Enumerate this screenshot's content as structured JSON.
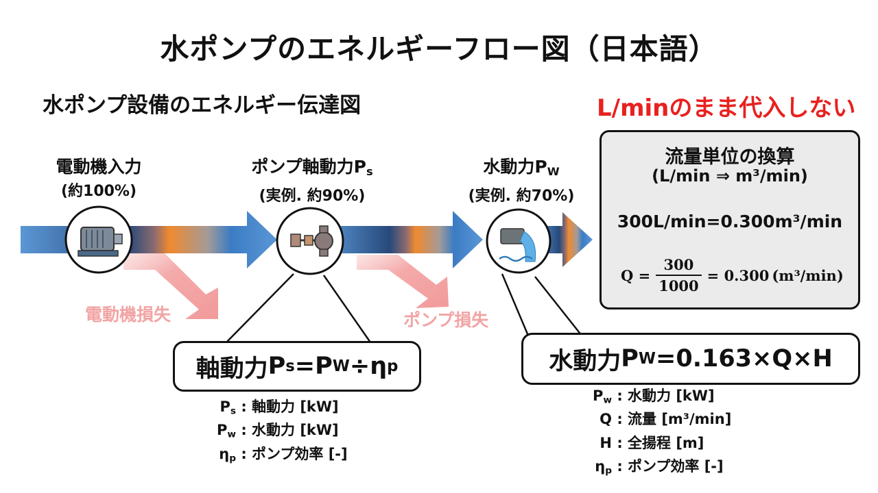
{
  "title": "水ポンプのエネルギーフロー図（日本語）",
  "subtitle": "水ポンプ設備のエネルギー伝達図",
  "warning": "L/minのまま代入しない",
  "stages": {
    "motor": {
      "label": "電動機入力",
      "pct": "(約100%)"
    },
    "shaft": {
      "label": "ポンプ軸動力",
      "symbol": "P",
      "sub": "s",
      "pct": "(実例. 約90%)"
    },
    "water": {
      "label": "水動力",
      "symbol": "P",
      "sub": "W",
      "pct": "(実例. 約70%)"
    }
  },
  "losses": {
    "motor": "電動機損失",
    "pump": "ポンプ損失"
  },
  "eq_shaft": {
    "lhs": "軸動力",
    "p1": "P",
    "s1": "s",
    "eq": "=",
    "p2": "P",
    "s2": "W",
    "op": "÷",
    "eta": "η",
    "s3": "p"
  },
  "eq_water": {
    "lhs": "水動力",
    "p1": "P",
    "s1": "W",
    "rhs": "=0.163×Q×H"
  },
  "legend_left": [
    {
      "sym": "P",
      "sub": "s",
      "text": ": 軸動力 [kW]"
    },
    {
      "sym": "P",
      "sub": "w",
      "text": ": 水動力 [kW]"
    },
    {
      "sym": "η",
      "sub": "p",
      "text": ": ポンプ効率 [-]"
    }
  ],
  "legend_right": [
    {
      "sym": "P",
      "sub": "w",
      "text": ": 水動力 [kW]"
    },
    {
      "sym": "Q",
      "sub": "",
      "text": ": 流量 [m³/min]"
    },
    {
      "sym": "H",
      "sub": "",
      "text": ": 全揚程 [m]"
    },
    {
      "sym": "η",
      "sub": "p",
      "text": ": ポンプ効率 [-]"
    }
  ],
  "conversion": {
    "heading": "流量単位の換算",
    "units": "(L/min ⇒ m³/min)",
    "result": "300L/min=0.300m³/min",
    "lhs": "Q =",
    "numerator": "300",
    "denominator": "1000",
    "rhs": "= 0.300",
    "unit": "(m³/min)"
  },
  "colors": {
    "flow_blue": "#3b7cc4",
    "flow_dark_blue": "#27497a",
    "flow_orange": "#f08a2e",
    "loss_pink": "#f2a4a4",
    "warning_red": "#e8211f",
    "box_gray": "#ebebeb"
  },
  "icons": [
    "electric-motor-icon",
    "pump-shaft-icon",
    "water-outlet-icon"
  ]
}
